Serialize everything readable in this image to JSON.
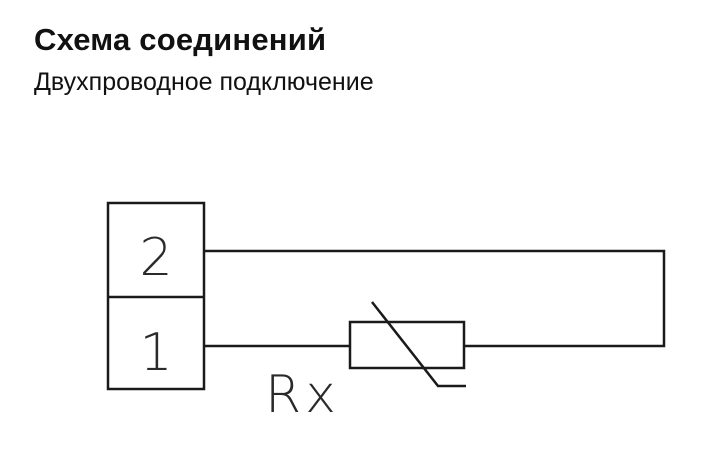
{
  "header": {
    "title": "Схема соединений",
    "subtitle": "Двухпроводное подключение"
  },
  "diagram": {
    "terminals": [
      {
        "label": "2"
      },
      {
        "label": "1"
      }
    ],
    "resistor_label": "Rx",
    "line_color": "#1a1a1a"
  }
}
